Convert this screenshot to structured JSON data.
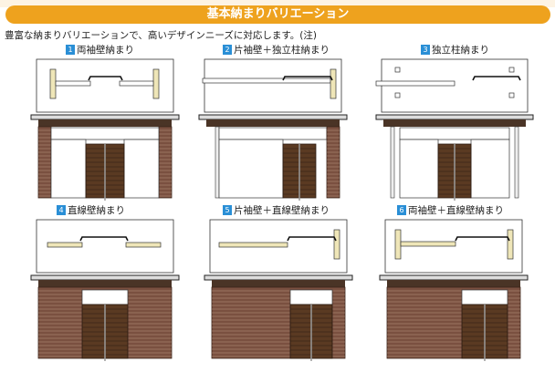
{
  "banner": {
    "title": "基本納まりバリエーション"
  },
  "intro": "豊富な納まりバリエーションで、高いデザインニーズに対応します。(注)",
  "variations": [
    {
      "number": "1",
      "label": "両袖壁納まり"
    },
    {
      "number": "2",
      "label": "片袖壁＋独立柱納まり"
    },
    {
      "number": "3",
      "label": "独立柱納まり"
    },
    {
      "number": "4",
      "label": "直線壁納まり"
    },
    {
      "number": "5",
      "label": "片袖壁＋直線壁納まり"
    },
    {
      "number": "6",
      "label": "両袖壁＋直線壁納まり"
    }
  ],
  "colors": {
    "banner": "#eea21e",
    "number_badge": "#2a8fd6",
    "brick": "#7a5040",
    "wall_plan": "#efe6b8",
    "door": "#5a3a22"
  }
}
